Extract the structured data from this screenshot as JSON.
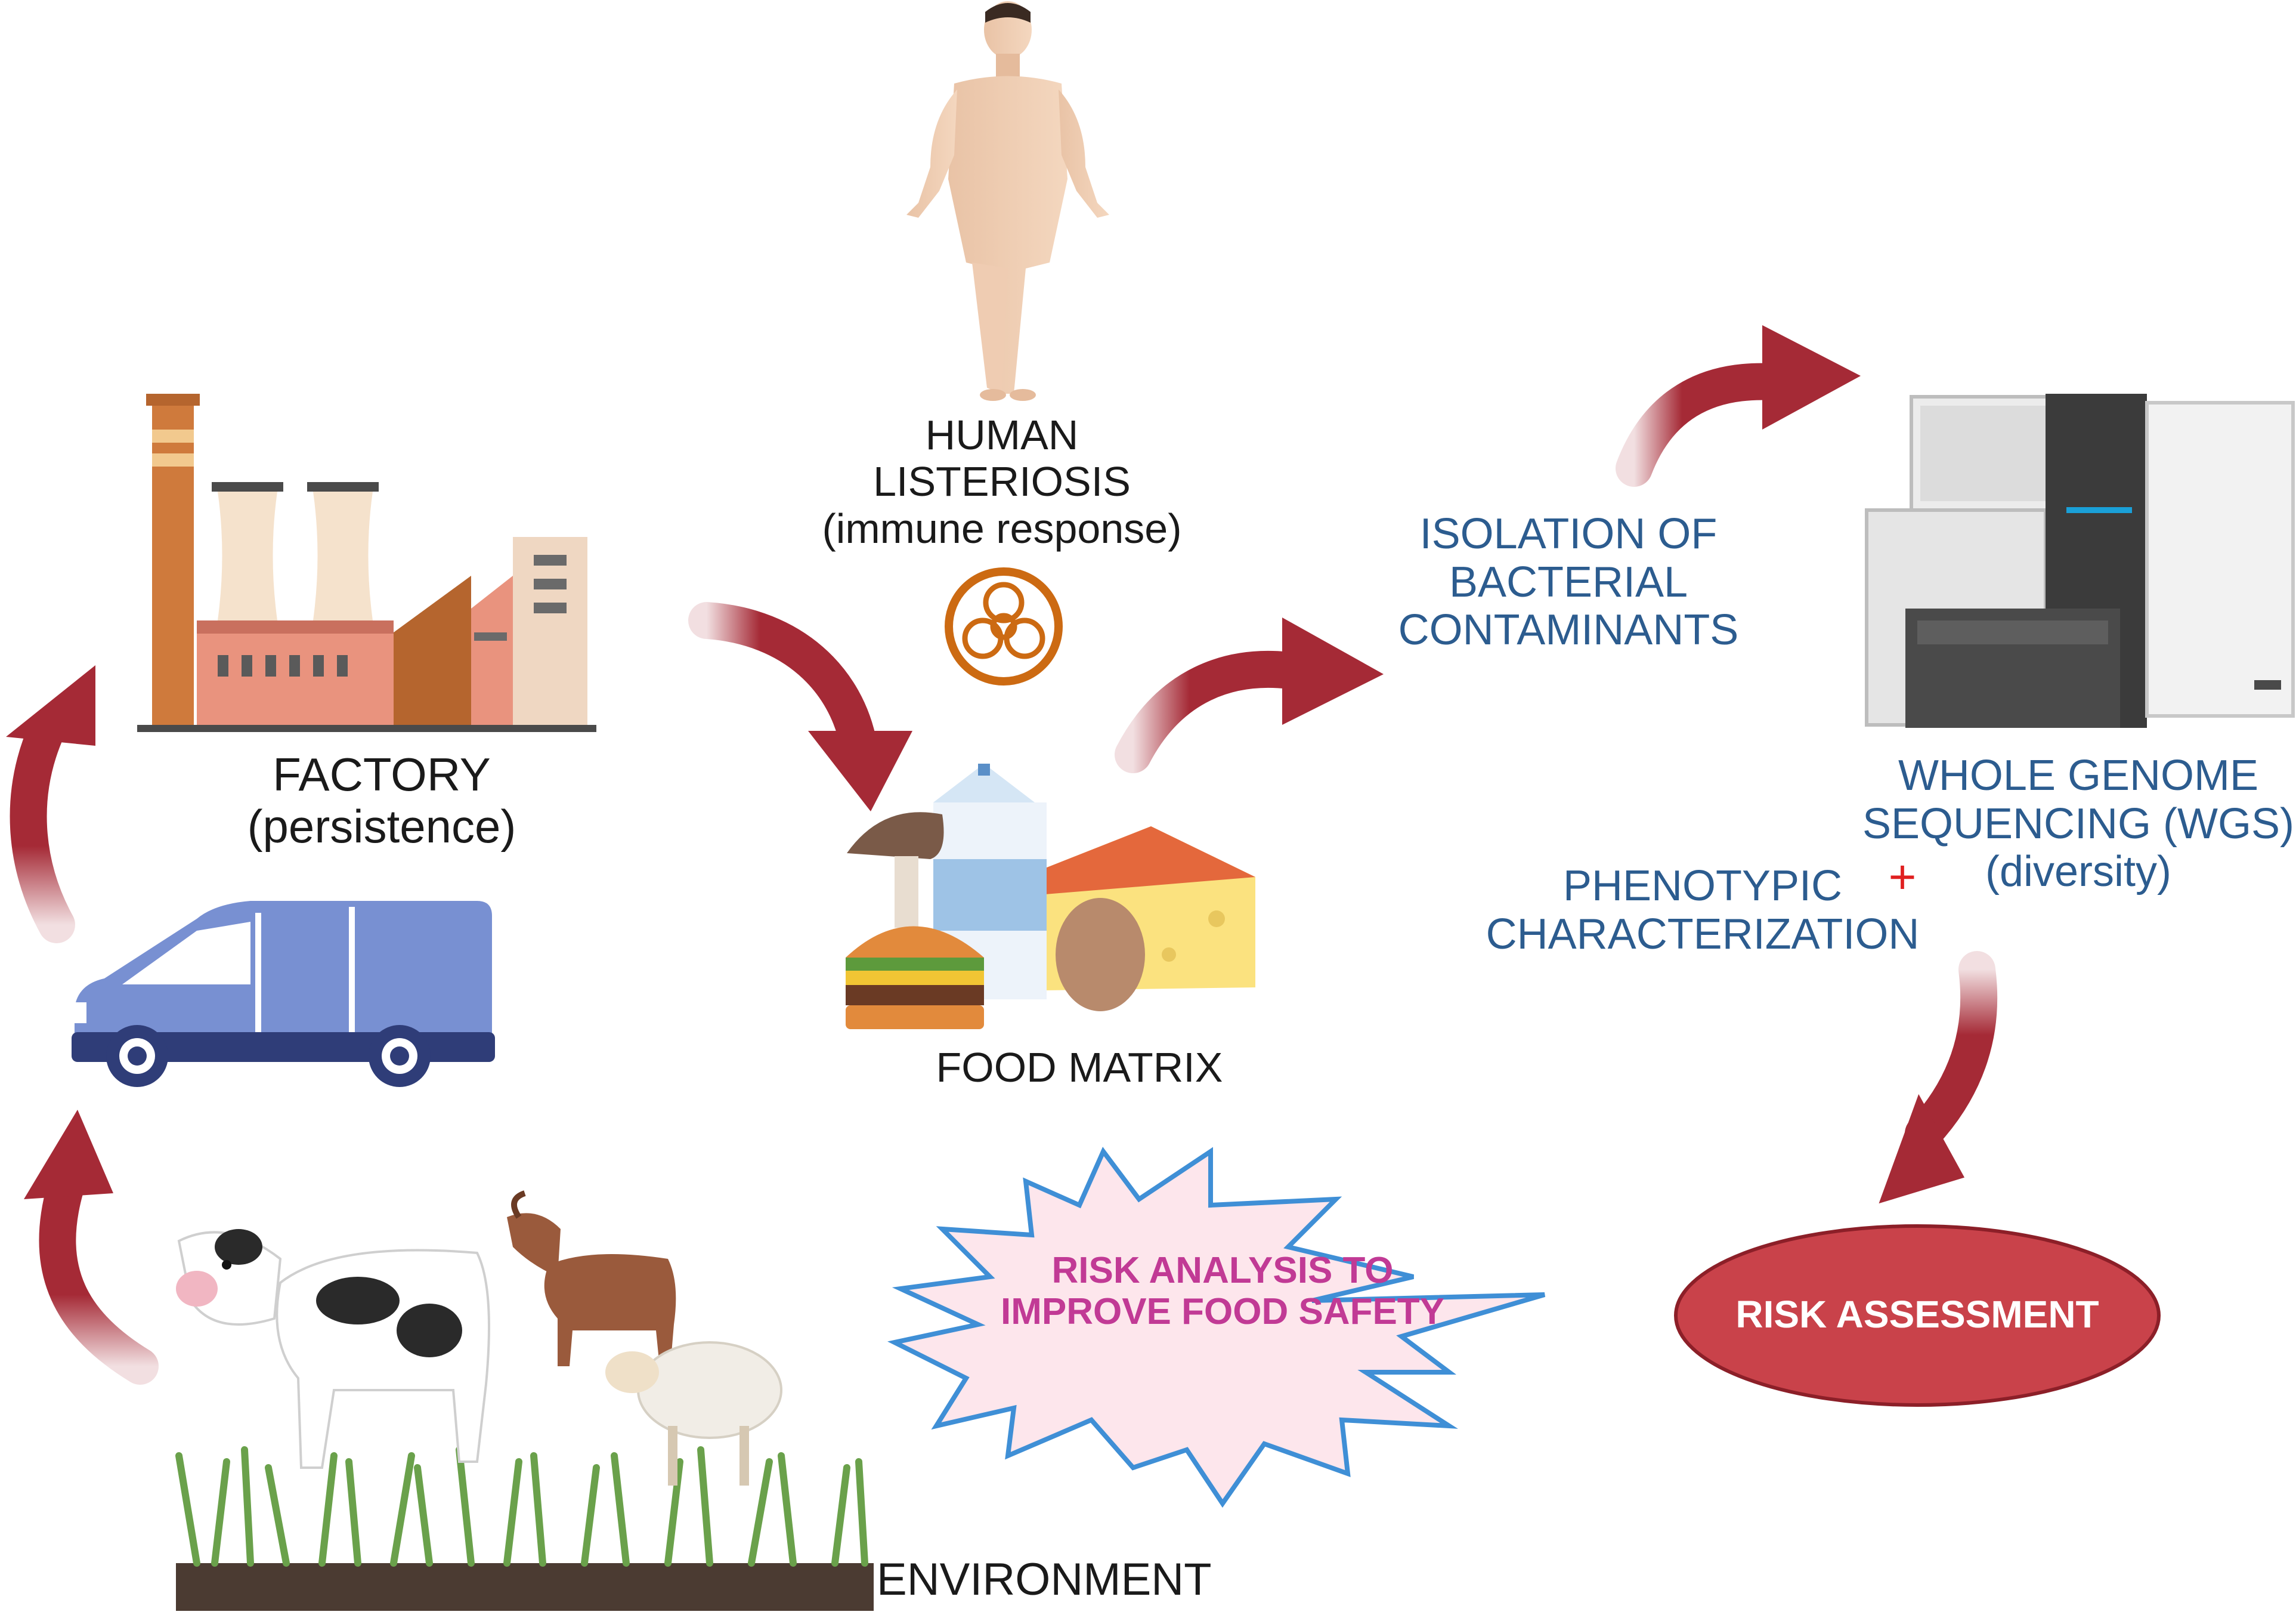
{
  "nodes": {
    "human": {
      "line1": "HUMAN",
      "line2": "LISTERIOSIS",
      "line3": "(immune response)"
    },
    "factory": {
      "line1": "FACTORY",
      "line2": "(persistence)"
    },
    "food": {
      "label": "FOOD MATRIX"
    },
    "environment": {
      "label": "ENVIRONMENT"
    },
    "isolation": {
      "line1": "ISOLATION OF",
      "line2": "BACTERIAL",
      "line3": "CONTAMINANTS"
    },
    "wgs": {
      "line1": "WHOLE GENOME",
      "line2": "SEQUENCING (WGS)",
      "line3": "(diversity)"
    },
    "phenotypic": {
      "line1": "PHENOTYPIC",
      "line2": "CHARACTERIZATION"
    },
    "plus": "+",
    "risk_analysis": {
      "line1": "RISK ANALYSIS TO",
      "line2": "IMPROVE FOOD SAFETY"
    },
    "risk_assessment": {
      "label": "RISK ASSESSMENT"
    }
  },
  "colors": {
    "arrow": "#a52a36",
    "label_blue": "#2c5c8f",
    "label_black": "#1a1a1a",
    "risk_analysis_text": "#c13a95",
    "star_fill": "#fde6ec",
    "star_stroke": "#3f8fd6",
    "risk_assessment_fill": "#c9424a",
    "plus": "#e02020"
  },
  "icons": [
    "human-figure-icon",
    "biohazard-icon",
    "factory-icon",
    "van-icon",
    "food-group-icon",
    "livestock-icon",
    "grass-icon",
    "sequencer-icon"
  ]
}
